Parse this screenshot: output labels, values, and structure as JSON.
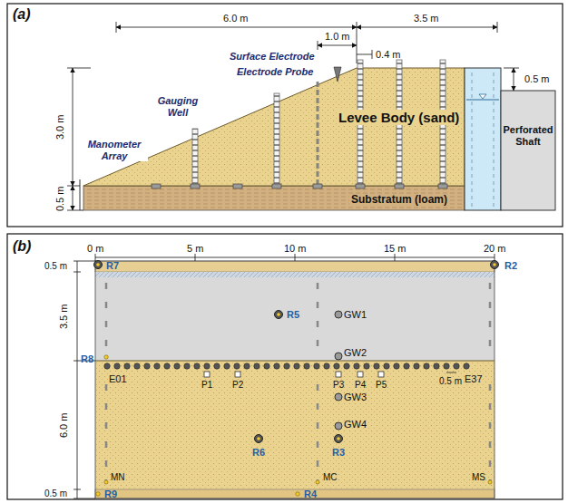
{
  "diagram": {
    "labels": [
      "(a)",
      "6.0 m",
      "1.0 m",
      "0.4 m",
      "3.5 m",
      "3.0 m",
      "0.5 m",
      "0.5 m",
      "Surface Electrode",
      "Electrode Probe",
      "Gauging Well",
      "Levee Body (sand)",
      "Perforated Shaft",
      "Manometer Array",
      "Substratum (loam)",
      "(b)",
      "0 m",
      "5 m",
      "10 m",
      "15 m",
      "20 m",
      "0.5 m",
      "3.5 m",
      "6.0 m",
      "0.5 m",
      "R7",
      "R2",
      "R5",
      "GW1",
      "GW2",
      "R8",
      "E01",
      "P1",
      "P2",
      "P3",
      "P4",
      "P5",
      "E37",
      "0.5 m",
      "GW3",
      "R6",
      "GW4",
      "R3",
      "MN",
      "MC",
      "MS",
      "R9",
      "R4"
    ]
  }
}
